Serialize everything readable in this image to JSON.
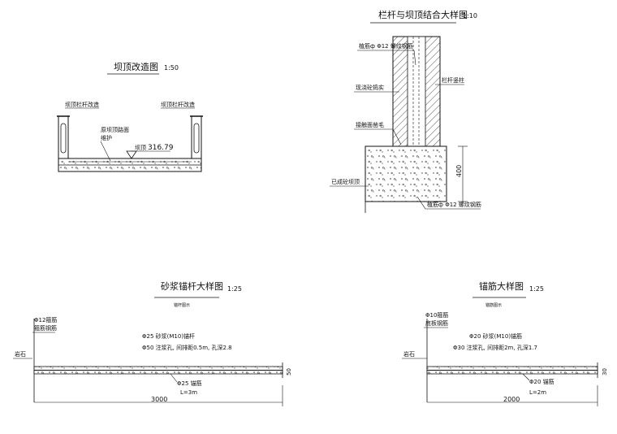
{
  "dam_top_plan": {
    "title": "坝顶改造图",
    "scale": "1:50",
    "left_label": "坝顶栏杆改造",
    "right_label": "坝顶栏杆改造",
    "mid_label_1": "原坝顶路面",
    "mid_label_2": "维护",
    "elevation_prefix": "坝顶",
    "elevation_value": "316.79"
  },
  "railing_detail": {
    "title": "栏杆与坝顶结合大样图",
    "scale": "1:10",
    "top_label": "植筋ф Φ12 螺纹钢筋",
    "left_label_1": "现浇砼捣实",
    "left_label_2": "接触面凿毛",
    "left_label_3": "已成砼坝顶",
    "right_label": "栏杆竖柱",
    "bottom_label": "植筋ф Φ12 螺纹钢筋",
    "dim_400": "400"
  },
  "mortar_anchor": {
    "title": "砂浆锚杆大样图",
    "scale": "1:25",
    "subtitle": "锚杆图示",
    "left_top_1": "Φ12箍筋",
    "left_top_2": "箍筋钢筋",
    "left_mid": "岩石",
    "note_1": "Φ25 砂浆(M10)锚杆",
    "note_2": "Φ50 注浆孔, 间排距0.5m, 孔深2.8",
    "below_1": "Φ25 锚筋",
    "below_2": "L=3m",
    "end_mark": "50",
    "dim": "3000"
  },
  "anchor_bar": {
    "title": "锚筋大样图",
    "scale": "1:25",
    "subtitle": "锚筋图示",
    "left_top_1": "Φ10箍筋",
    "left_top_2": "底板钢筋",
    "left_mid": "岩石",
    "note_1": "Φ20 砂浆(M10)锚筋",
    "note_2": "Φ30 注浆孔, 间排距2m, 孔深1.7",
    "below_1": "Φ20 锚筋",
    "below_2": "L=2m",
    "end_mark": "30",
    "dim": "2000"
  }
}
